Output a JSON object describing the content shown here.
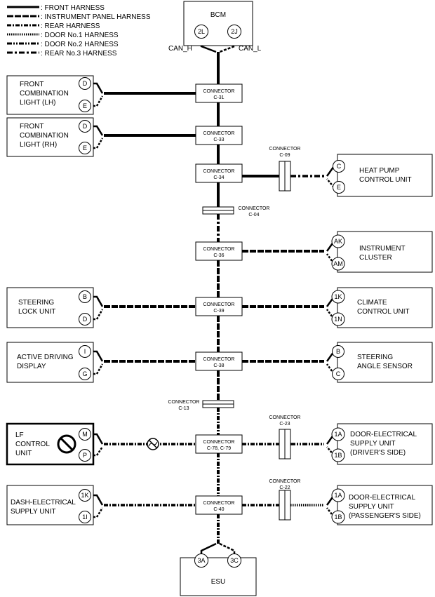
{
  "legend": [
    {
      "id": "front",
      "label": ": FRONT HARNESS"
    },
    {
      "id": "instr",
      "label": ": INSTRUMENT PANEL HARNESS"
    },
    {
      "id": "rear",
      "label": ": REAR HARNESS"
    },
    {
      "id": "door1",
      "label": ": DOOR No.1 HARNESS"
    },
    {
      "id": "door2",
      "label": ": DOOR No.2 HARNESS"
    },
    {
      "id": "rear3",
      "label": ": REAR No.3 HARNESS"
    }
  ],
  "bcm": {
    "name": "BCM",
    "pin_h": "2L",
    "pin_l": "2J",
    "can_h": "CAN_H",
    "can_l": "CAN_L"
  },
  "esu": {
    "name": "ESU",
    "pin_h": "3A",
    "pin_l": "3C"
  },
  "bus_connectors": {
    "c31": {
      "title": "CONNECTOR",
      "code": "C-31"
    },
    "c33": {
      "title": "CONNECTOR",
      "code": "C-33"
    },
    "c34": {
      "title": "CONNECTOR",
      "code": "C-34"
    },
    "c36": {
      "title": "CONNECTOR",
      "code": "C-36"
    },
    "c39": {
      "title": "CONNECTOR",
      "code": "C-39"
    },
    "c38": {
      "title": "CONNECTOR",
      "code": "C-38"
    },
    "c78": {
      "title": "CONNECTOR",
      "code": "C-78, C-79"
    },
    "c40": {
      "title": "CONNECTOR",
      "code": "C-40"
    }
  },
  "inline_connectors": {
    "c09": {
      "title": "CONNECTOR",
      "code": "C-09"
    },
    "c04": {
      "title": "CONNECTOR",
      "code": "C-04"
    },
    "c13": {
      "title": "CONNECTOR",
      "code": "C-13"
    },
    "c23": {
      "title": "CONNECTOR",
      "code": "C-23"
    },
    "c22": {
      "title": "CONNECTOR",
      "code": "C-22"
    }
  },
  "left_units": {
    "fcl_lh": {
      "lines": [
        "FRONT",
        "COMBINATION",
        "LIGHT (LH)"
      ],
      "pin1": "D",
      "pin2": "E"
    },
    "fcl_rh": {
      "lines": [
        "FRONT",
        "COMBINATION",
        "LIGHT (RH)"
      ],
      "pin1": "D",
      "pin2": "E"
    },
    "steering_lock": {
      "lines": [
        "STEERING",
        "LOCK UNIT"
      ],
      "pin1": "B",
      "pin2": "D"
    },
    "active_display": {
      "lines": [
        "ACTIVE DRIVING",
        "DISPLAY"
      ],
      "pin1": "I",
      "pin2": "G"
    },
    "lf_control": {
      "lines": [
        "LF",
        "CONTROL",
        "UNIT"
      ],
      "pin1": "M",
      "pin2": "P"
    },
    "dash_supply": {
      "lines": [
        "DASH-ELECTRICAL",
        "SUPPLY UNIT"
      ],
      "pin1": "1K",
      "pin2": "1I"
    }
  },
  "right_units": {
    "heat_pump": {
      "lines": [
        "HEAT PUMP",
        "CONTROL UNIT"
      ],
      "pin1": "C",
      "pin2": "E"
    },
    "cluster": {
      "lines": [
        "INSTRUMENT",
        "CLUSTER"
      ],
      "pin1": "AK",
      "pin2": "AM"
    },
    "climate": {
      "lines": [
        "CLIMATE",
        "CONTROL UNIT"
      ],
      "pin1": "1K",
      "pin2": "1N"
    },
    "angle_sensor": {
      "lines": [
        "STEERING",
        "ANGLE SENSOR"
      ],
      "pin1": "B",
      "pin2": "C"
    },
    "door_driver": {
      "lines": [
        "DOOR-ELECTRICAL",
        "SUPPLY UNIT",
        "(DRIVER'S SIDE)"
      ],
      "pin1": "1A",
      "pin2": "1B"
    },
    "door_passenger": {
      "lines": [
        "DOOR-ELECTRICAL",
        "SUPPLY UNIT",
        "(PASSENGER'S SIDE)"
      ],
      "pin1": "1A",
      "pin2": "1B"
    }
  }
}
